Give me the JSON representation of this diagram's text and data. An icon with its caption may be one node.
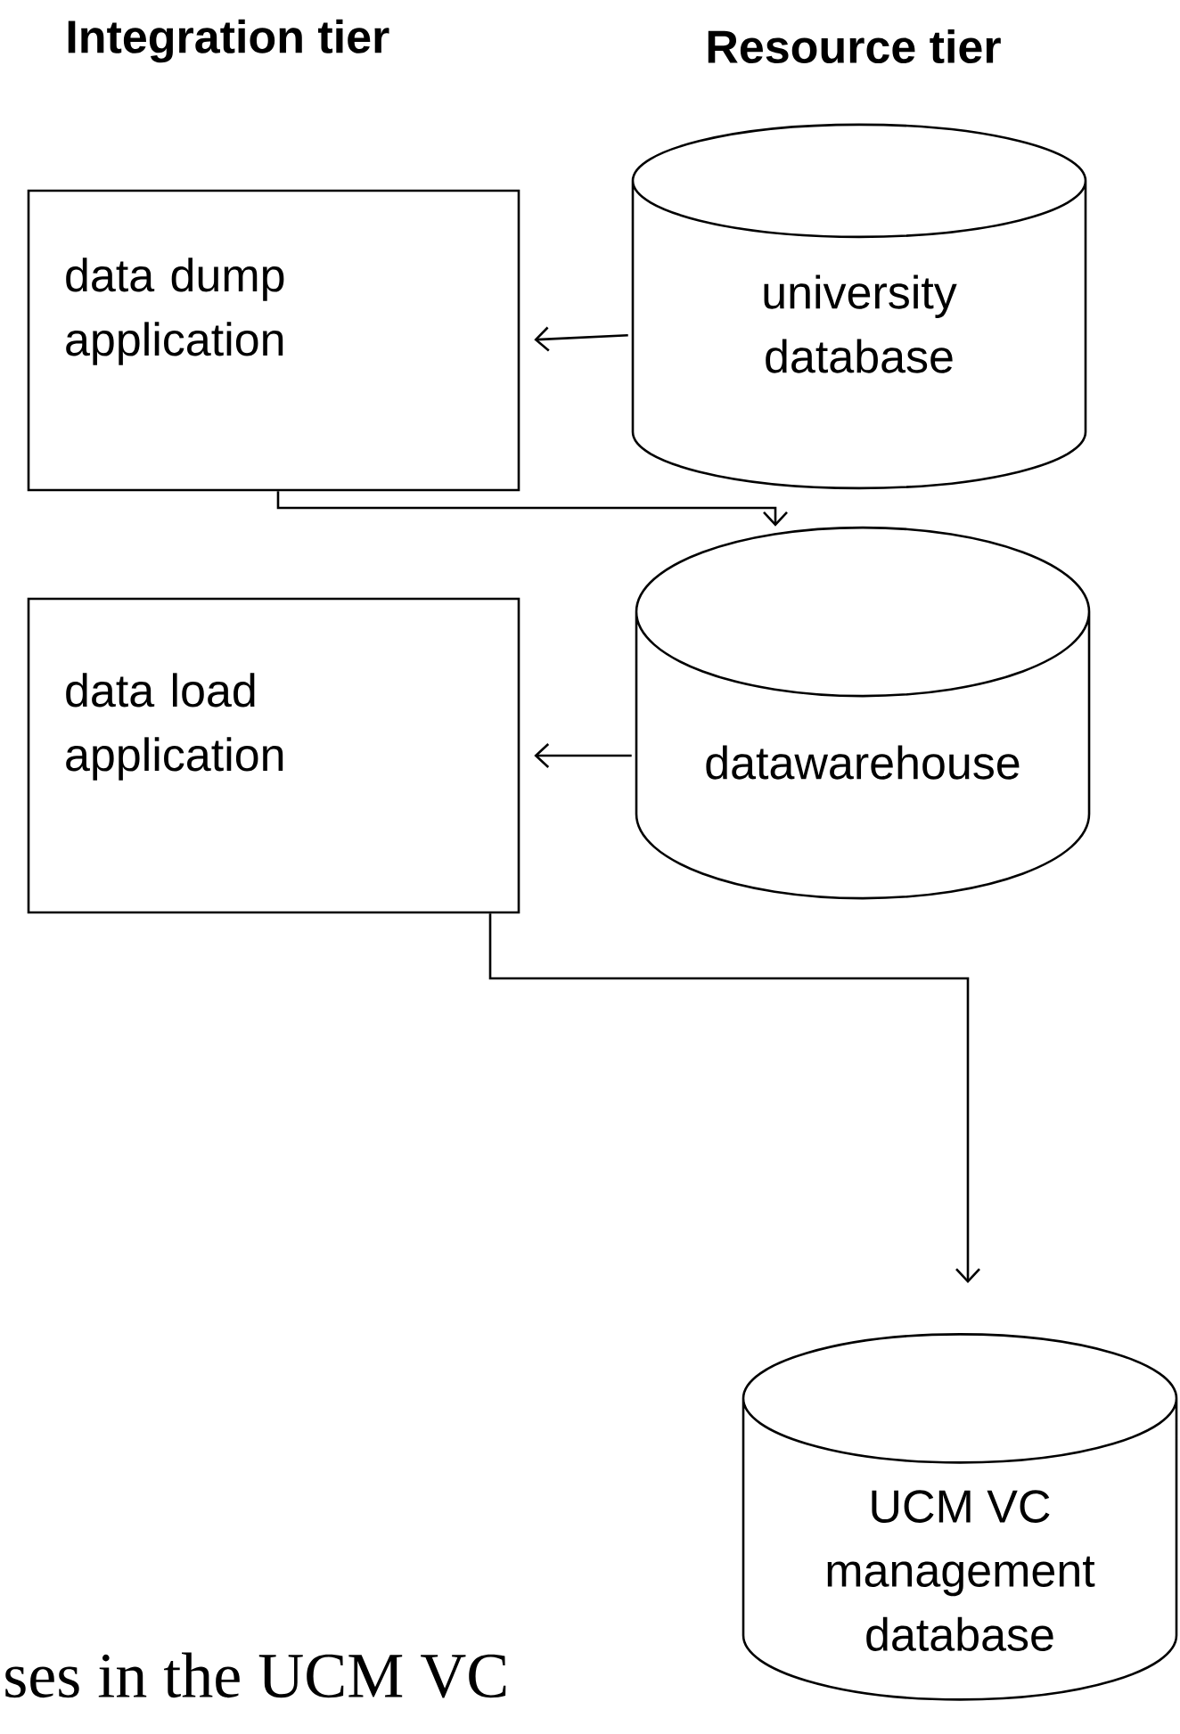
{
  "diagram": {
    "nodes": [
      {
        "text": [
          "data dump application"
        ]
      },
      {
        "text": [
          "university database"
        ]
      },
      {
        "text": [
          "data load application"
        ]
      },
      {
        "text": [
          "datawarehouse"
        ]
      },
      {
        "text": [
          "UCM VC management database"
        ]
      }
    ],
    "edges": [
      {
        "from": 1,
        "to": 0,
        "arrow": "to"
      },
      {
        "from": 3,
        "to": 2,
        "arrow": "to"
      },
      {
        "from": 0,
        "to": 3,
        "arrow": "to"
      },
      {
        "from": 2,
        "to": 4,
        "arrow": "to"
      }
    ],
    "labels": [
      "Integration tier",
      "Resource tier",
      "ses in the UCM VC"
    ]
  }
}
